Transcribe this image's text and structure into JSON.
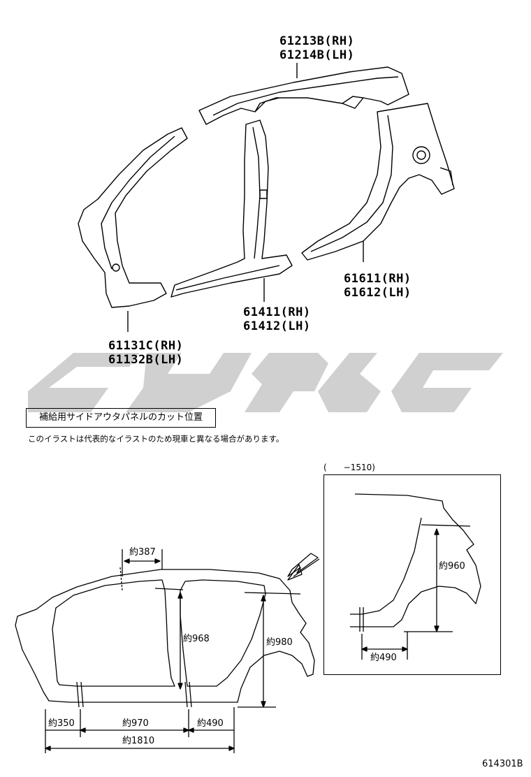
{
  "parts": {
    "roof_side": [
      "61213B(RH)",
      "61214B(LH)"
    ],
    "quarter": [
      "61611(RH)",
      "61612(LH)"
    ],
    "rocker": [
      "61411(RH)",
      "61412(LH)"
    ],
    "front_pillar": [
      "61131C(RH)",
      "61132B(LH)"
    ]
  },
  "note": {
    "title": "補給用サイドアウタパネルのカット位置",
    "text": "このイラストは代表的なイラストのため現車と異なる場合があります。"
  },
  "dims": {
    "d387": "約387",
    "d968": "約968",
    "d980": "約980",
    "d350": "約350",
    "d970": "約970",
    "d490": "約490",
    "d1810": "約1810"
  },
  "inset": {
    "label": "(　　−1510)",
    "d960": "約960",
    "d490": "約490"
  },
  "figure_code": "614301B",
  "watermark_color": "#c8c8c8"
}
